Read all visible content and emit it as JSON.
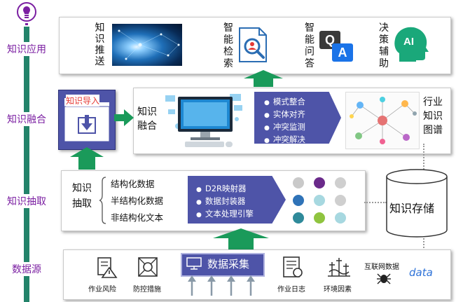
{
  "layers": {
    "application": "知识应用",
    "fusion": "知识融合",
    "extraction": "知识抽取",
    "source": "数据源"
  },
  "application": {
    "items": [
      "知识推送",
      "智能检索",
      "智能问答",
      "决策辅助"
    ],
    "qa_icon_letters": [
      "Q",
      "A"
    ],
    "ai_icon_text": "AI"
  },
  "fusion": {
    "import_label": "知识导入",
    "title": "知识融合",
    "steps": [
      "模式整合",
      "实体对齐",
      "冲突监测",
      "冲突解决"
    ],
    "result": "行业知识图谱"
  },
  "extraction": {
    "title": "知识抽取",
    "data_types": [
      "结构化数据",
      "半结构化数据",
      "非结构化文本"
    ],
    "tools": [
      "D2R映射器",
      "数据封装器",
      "文本处理引擎"
    ],
    "dot_colors": [
      "#c9c9c9",
      "#6a2a8a",
      "#cfcfcf",
      "#2f73b8",
      "#a7d8e0",
      "#cfcfcf",
      "#2f8a9a",
      "#8fc43f",
      "#a7d8e0"
    ]
  },
  "storage": {
    "label": "知识存储"
  },
  "source": {
    "collect_label": "数据采集",
    "items": [
      "作业风险",
      "防控措施",
      "作业日志",
      "环境因素",
      "互联网数据"
    ],
    "data_word": "data"
  },
  "colors": {
    "layer_text": "#7b1fa2",
    "chevron": "#4e54a8",
    "arrow_green": "#1a9a5a",
    "import_red": "#e53935"
  }
}
